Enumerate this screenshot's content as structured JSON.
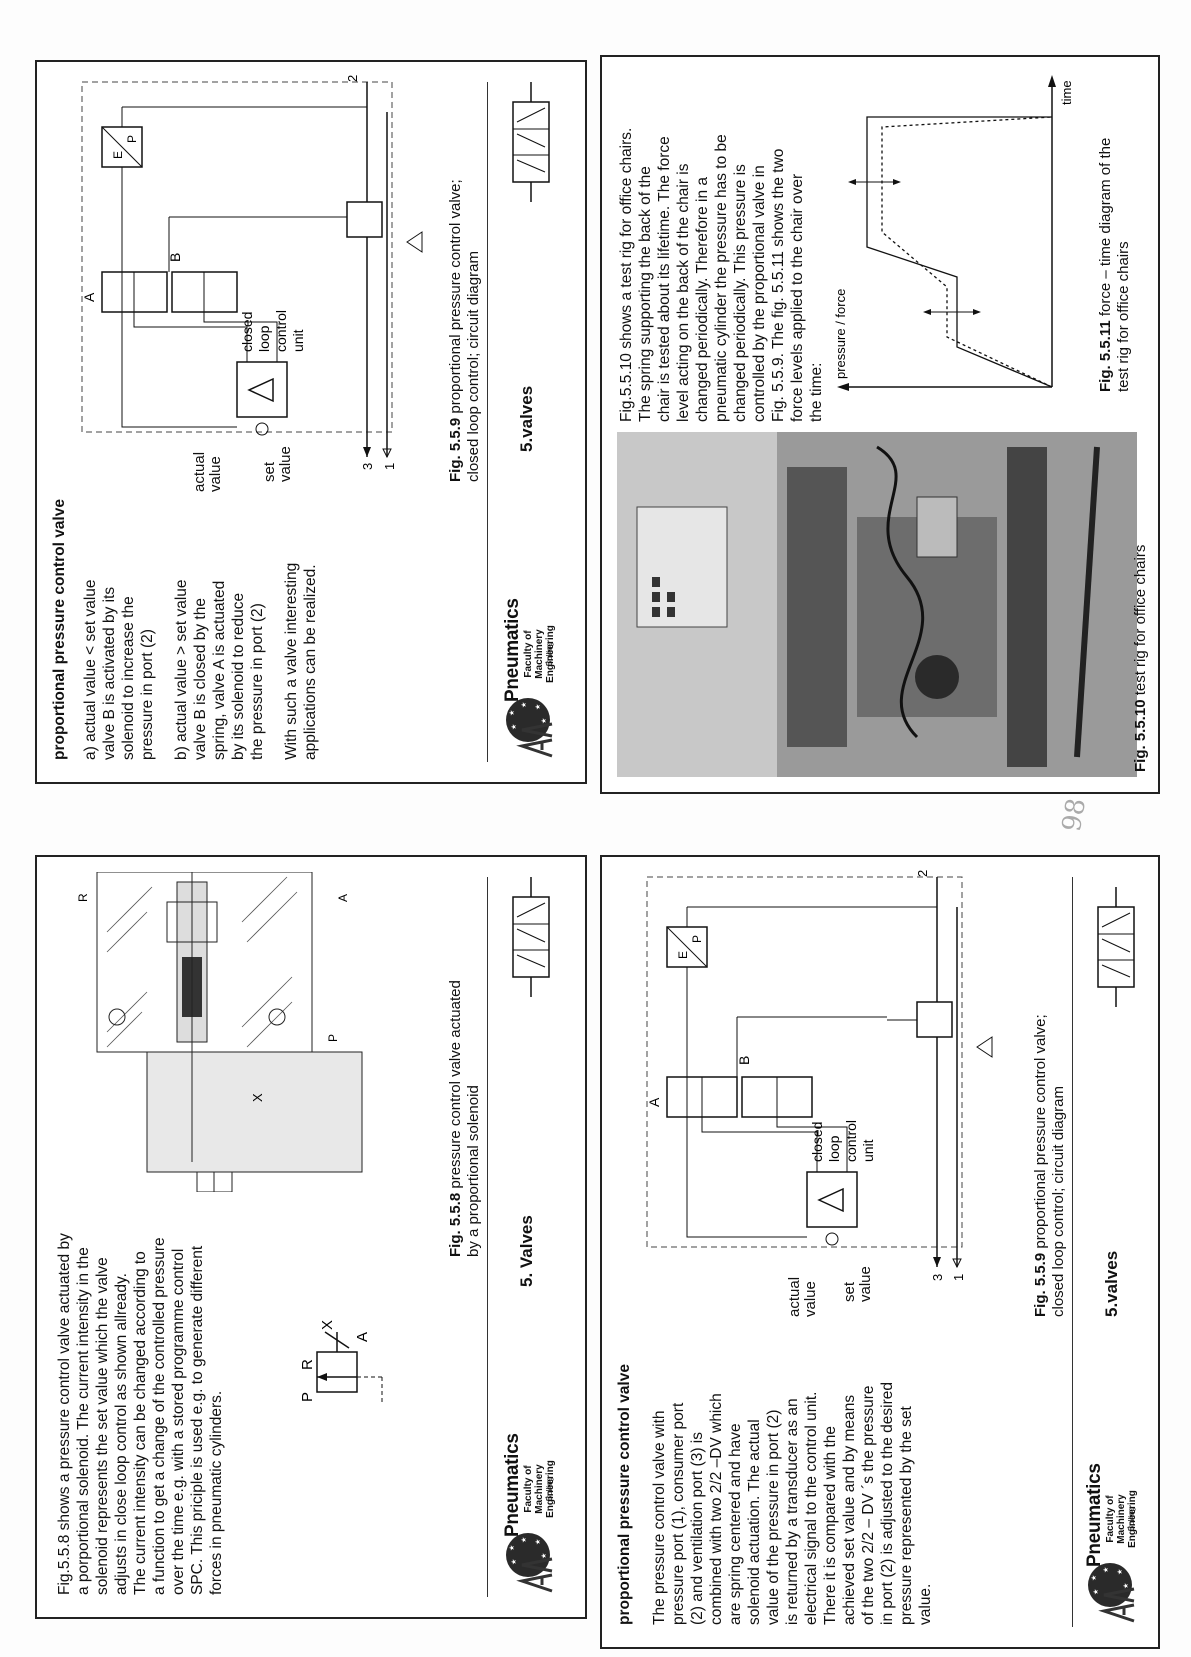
{
  "sheet_number": "98",
  "slides": [
    {
      "id": "fig-5-5-8",
      "body": "Fig.5.5.8 shows a pressure control valve actuated by\na porportional solenoid. The current intensity in the\nsolenoid represents the set value which the valve\nadjusts in close loop control as shown allready.\nThe current intensity can be changed according to\na function to get a change of the controlled pressure\nover the time e.g. with a stored programme control\nSPC.  This priciple is used e.g. to generate different\nforces in pneumatic cylinders.",
      "caption_num": "Fig. 5.5.8",
      "caption_text": "  pressure control valve actuated\n           by a proportional solenoid",
      "section": "5. Valves",
      "symbol_labels": {
        "p": "P",
        "r": "R",
        "a": "A",
        "x": "X"
      },
      "drawing_labels": {
        "x": "X",
        "r": "R",
        "p": "P",
        "a": "A"
      }
    },
    {
      "id": "fig-5-5-9-a",
      "heading": "proportional pressure control valve",
      "body": "The pressure control valve with\npressure port (1), consumer port\n(2) and ventilation port (3) is\ncombined with two 2/2 –DV which\nare spring centered and have\nsolenoid actuation. The actual\nvalue of the pressure in port (2)\nis returned by a transducer as an\nelectrical signal to the control unit.\nThere it is compared with the\nachieved set value and by means\nof the two 2/2 – DV ´s the pressure\nin port (2) is adjusted to the desired\npressure represented by the set\nvalue.",
      "caption_num": "Fig. 5.5.9",
      "caption_text": " proportional pressure control valve;\n      closed loop control; circuit diagram",
      "section": "5.valves"
    },
    {
      "id": "fig-5-5-9-b",
      "heading": "proportional pressure control valve",
      "body_a": "a) actual value < set value\n    valve B is activated by its\n    solenoid to increase the\n    pressure in port (2)",
      "body_b": "b) actual value > set value\n    valve B is closed by the\n    spring, valve A is actuated\n    by its solenoid to reduce\n    the pressure in port (2)",
      "body_c": "With such a valve interesting\napplications can be realized.",
      "caption_num": "Fig. 5.5.9",
      "caption_text": " proportional pressure control valve;\n      closed loop control; circuit diagram",
      "section": "5.valves"
    },
    {
      "id": "fig-5-5-10",
      "body": "Fig.5.5.10 shows a test rig for  office chairs.\nThe spring supporting the back of the\nchair is tested about its lifetime. The force\nlevel acting on the back of the chair is\nchanged periodically. Therefore in a\npneumatic  cylinder the pressure has to be\nchanged periodically. This pressure is\ncontrolled by the proportional valve in\nFig. 5.5.9. The fig. 5.5.11 shows the two\nforce levels applied to the chair over\nthe time:",
      "photo_caption_num": "Fig. 5.5.10",
      "photo_caption_text": "  test rig for office chairs",
      "chart_caption_num": "Fig. 5.5.11",
      "chart_caption_text": "  force – time diagram of the\n           test rig for office chairs",
      "chart_ylabel": "pressure / force",
      "chart_xlabel": "time"
    }
  ],
  "circuit_labels": {
    "valve_a": "A",
    "valve_b": "B",
    "unit": "closed\nloop\ncontrol\nunit",
    "actual": "actual\nvalue",
    "set": "set\nvalue",
    "port2": "2",
    "port3": "3",
    "port1": "1",
    "transducer_e": "E",
    "transducer_p": "P"
  },
  "brand": {
    "name": "Pneumatics",
    "faculty": "Faculty of Machinery\nEngineering",
    "place": "Bolling"
  }
}
